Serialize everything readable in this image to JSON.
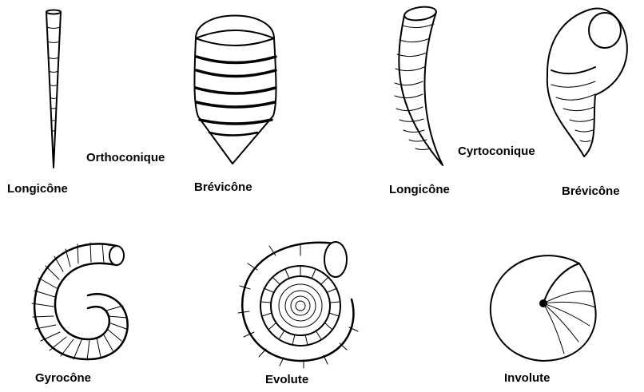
{
  "labels": {
    "orthoconique": "Orthoconique",
    "cyrtoconique": "Cyrtoconique",
    "ortho_longicone": "Longicône",
    "ortho_brevicone": "Brévicône",
    "cyrto_longicone": "Longicône",
    "cyrto_brevicone": "Brévicône",
    "gyrocone": "Gyrocône",
    "evolute": "Evolute",
    "involute": "Involute"
  }
}
